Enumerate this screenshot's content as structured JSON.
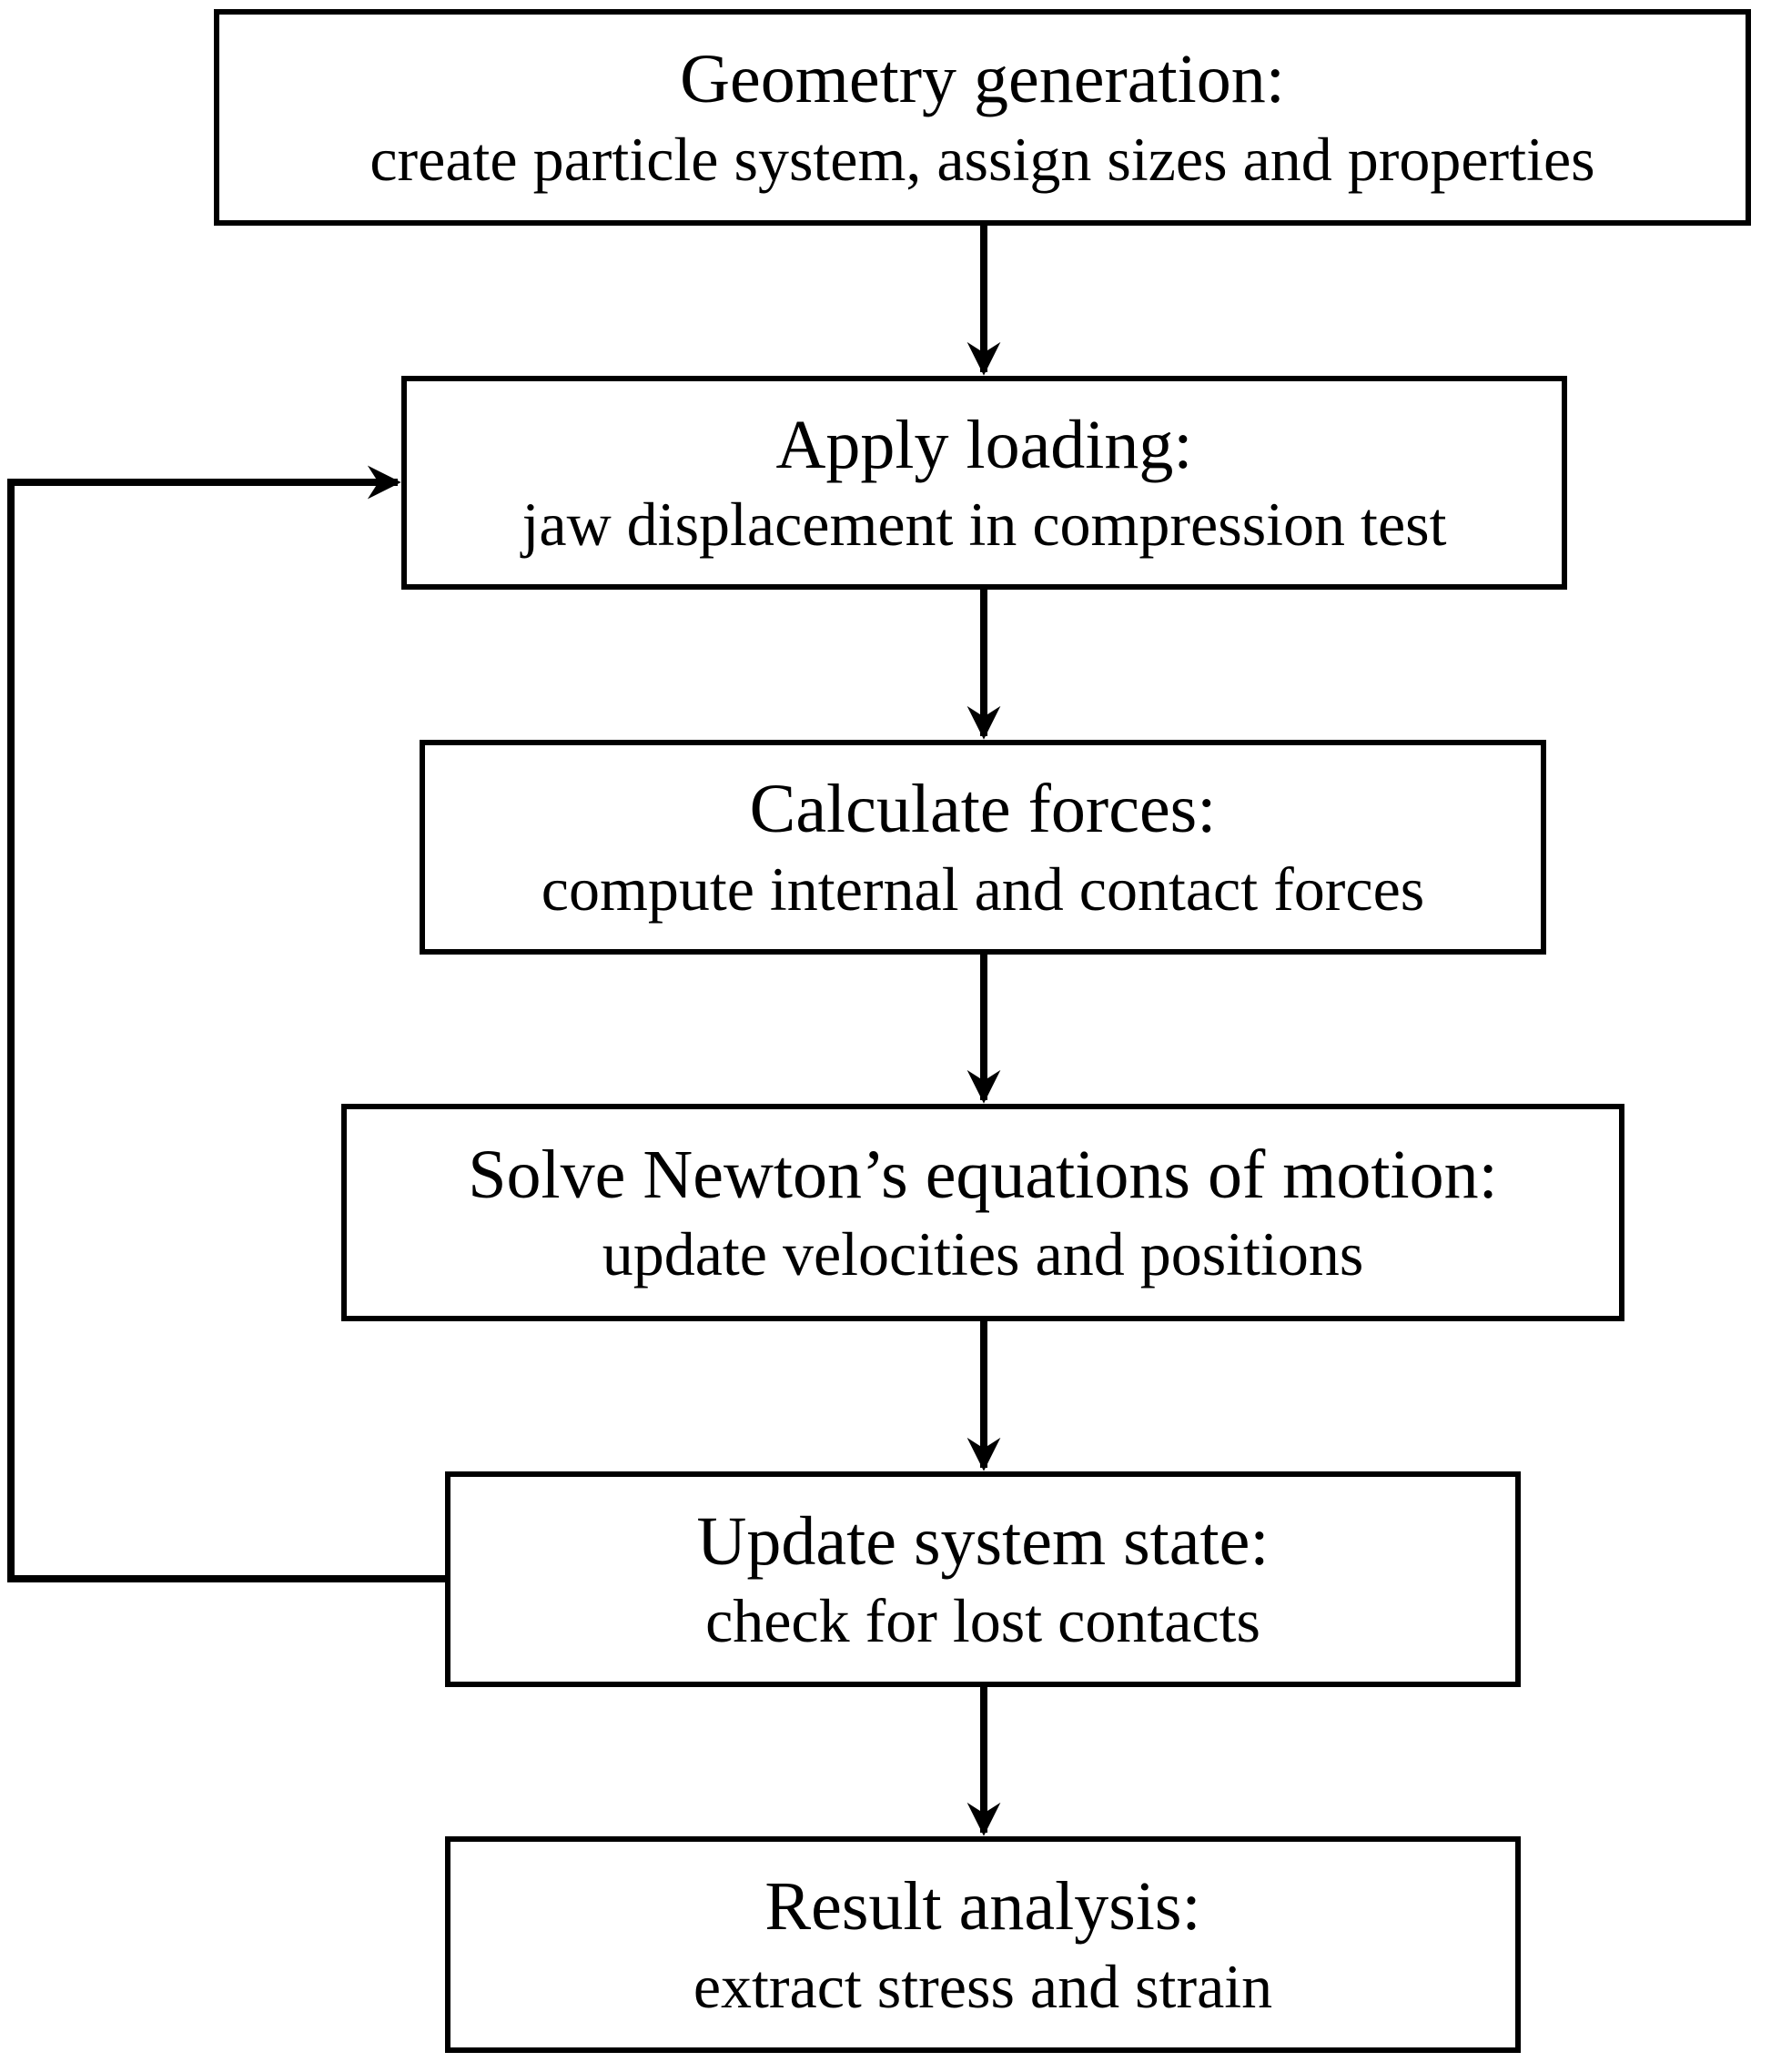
{
  "diagram": {
    "type": "flowchart",
    "colors": {
      "line": "#000000",
      "box_fill": "#ffffff",
      "text": "#000000"
    },
    "boxes": [
      {
        "id": "geometry",
        "title": "Geometry generation:",
        "subtitle": "create particle system, assign sizes and properties"
      },
      {
        "id": "loading",
        "title": "Apply loading:",
        "subtitle": "jaw displacement in compression test"
      },
      {
        "id": "forces",
        "title": "Calculate forces:",
        "subtitle": "compute internal and contact forces"
      },
      {
        "id": "newton",
        "title": "Solve Newton’s equations of motion:",
        "subtitle": "update velocities and positions"
      },
      {
        "id": "update",
        "title": "Update system state:",
        "subtitle": "check for lost contacts"
      },
      {
        "id": "result",
        "title": "Result analysis:",
        "subtitle": "extract stress and strain"
      }
    ],
    "edges": [
      {
        "from": "geometry",
        "to": "loading"
      },
      {
        "from": "loading",
        "to": "forces"
      },
      {
        "from": "forces",
        "to": "newton"
      },
      {
        "from": "newton",
        "to": "update"
      },
      {
        "from": "update",
        "to": "result"
      },
      {
        "from": "update",
        "to": "loading",
        "kind": "feedback-loop"
      }
    ]
  }
}
